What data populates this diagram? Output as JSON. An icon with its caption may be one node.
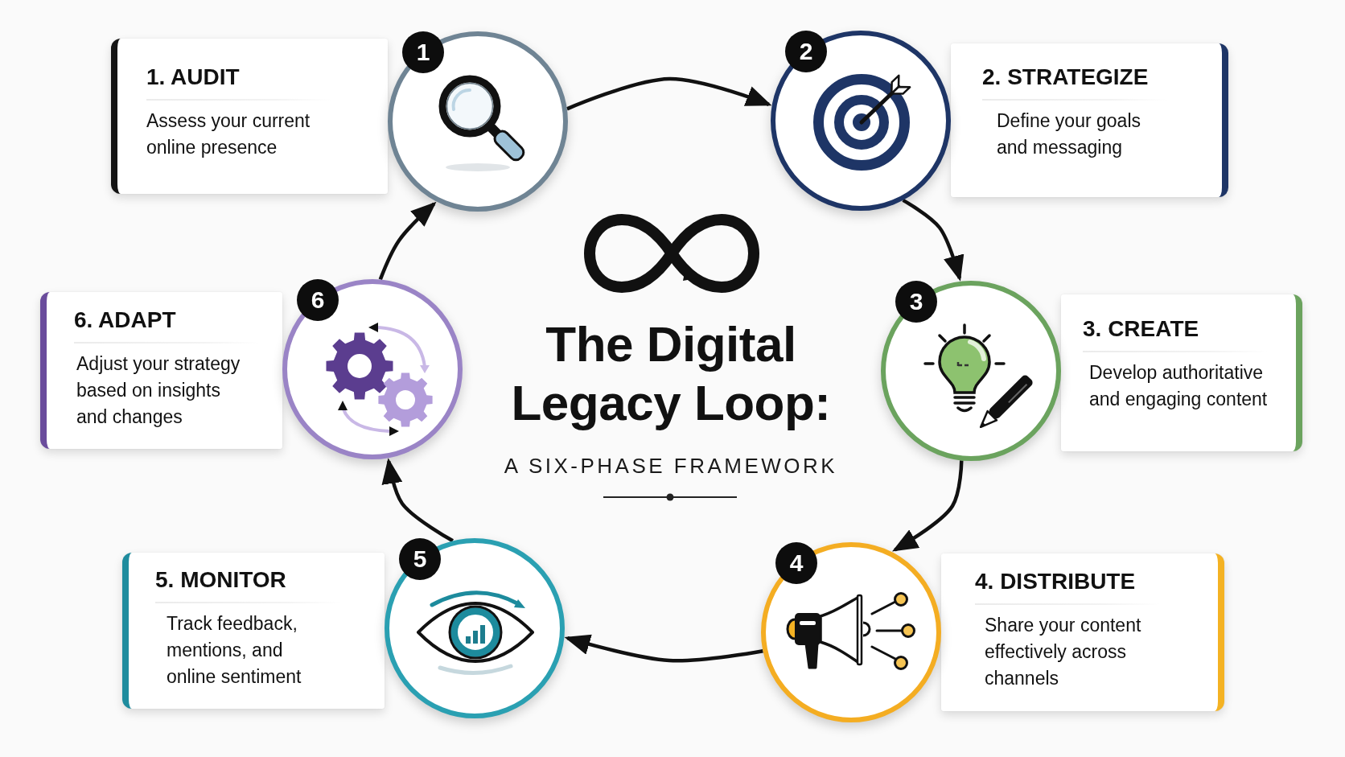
{
  "diagram": {
    "title": "The Digital Legacy Loop:",
    "nodes": [
      {
        "text": [
          "1. AUDIT",
          "Assess your current online presence"
        ]
      },
      {
        "text": [
          "1"
        ]
      },
      {
        "text": [
          "2"
        ]
      },
      {
        "text": [
          "2. STRATEGIZE",
          "Define your goals and messaging"
        ]
      },
      {
        "text": [
          "6. ADAPT",
          "Adjust your strategy based on insights and changes"
        ]
      },
      {
        "text": [
          "6"
        ]
      },
      {
        "text": [
          "3"
        ]
      },
      {
        "text": [
          "3. CREATE",
          "Develop authoritative and engaging content"
        ]
      },
      {
        "text": [
          "5. MONITOR",
          "Track feedback, mentions, and online sentiment"
        ]
      },
      {
        "text": [
          "5"
        ]
      },
      {
        "text": [
          "4"
        ]
      },
      {
        "text": [
          "4. DISTRIBUTE",
          "Share your content effectively across channels"
        ]
      }
    ],
    "edges": [
      {
        "from": 1,
        "to": 2,
        "arrow": "to"
      },
      {
        "from": 2,
        "to": 6,
        "arrow": "to"
      },
      {
        "from": 6,
        "to": 10,
        "arrow": "to"
      },
      {
        "from": 10,
        "to": 9,
        "arrow": "to"
      },
      {
        "from": 9,
        "to": 5,
        "arrow": "to"
      },
      {
        "from": 5,
        "to": 1,
        "arrow": "to"
      }
    ],
    "labels": [
      "A SIX-PHASE FRAMEWORK"
    ]
  }
}
